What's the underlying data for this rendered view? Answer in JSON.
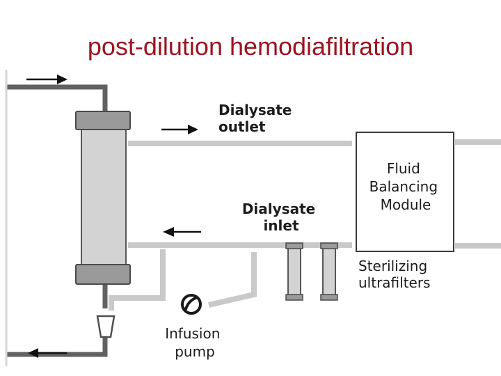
{
  "title": "post-dilution hemodiafiltration",
  "labels": {
    "dialysate_outlet": [
      "Dialysate",
      "outlet"
    ],
    "dialysate_inlet": [
      "Dialysate",
      "inlet"
    ],
    "fluid_balancing_module": [
      "Fluid",
      "Balancing",
      "Module"
    ],
    "sterilizing_ultrafilters": [
      "Sterilizing",
      "ultrafilters"
    ],
    "infusion_pump": [
      "Infusion",
      "pump"
    ]
  },
  "icons": [
    "arrow-right-icon",
    "arrow-left-icon",
    "pump-icon",
    "dialyzer-icon",
    "ultrafilter-icon",
    "drip-chamber-icon"
  ],
  "colors": {
    "title": "#9b1420",
    "tube": "#c9c9c9",
    "dark_tube": "#616161",
    "filter_fill": "#d3d3d3",
    "arrow": "#111111"
  }
}
